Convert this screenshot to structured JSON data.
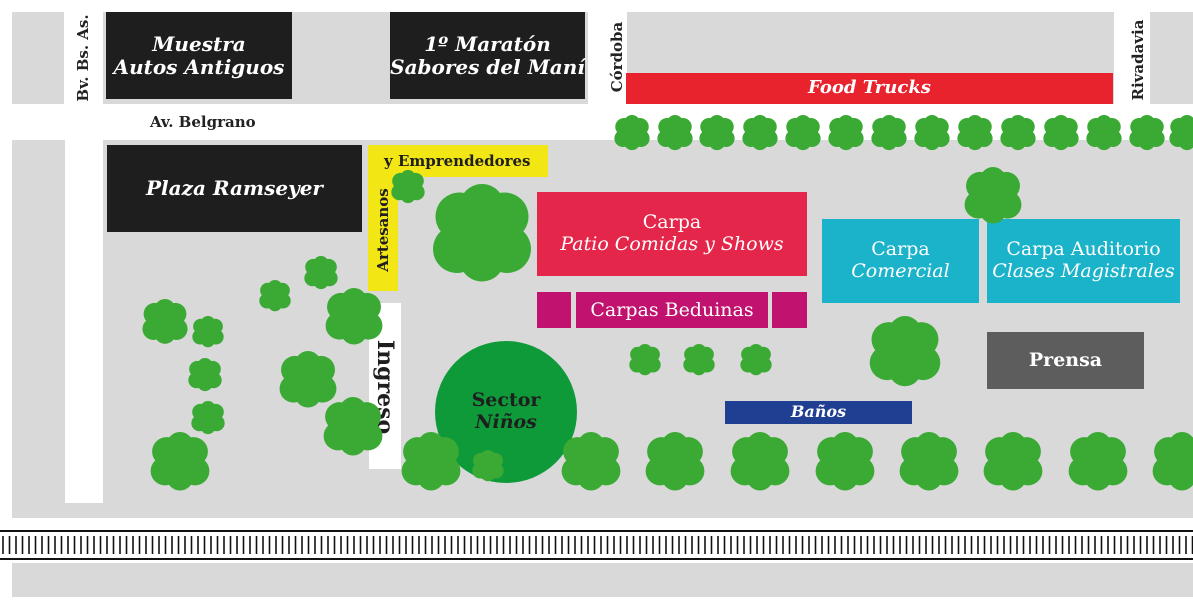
{
  "streets": {
    "bv_bs_as": "Bv. Bs. As.",
    "av_belgrano": "Av. Belgrano",
    "cordoba": "Córdoba",
    "rivadavia": "Rivadavia"
  },
  "areas": {
    "muestra": {
      "line1": "Muestra",
      "line2": "Autos Antiguos"
    },
    "maraton": {
      "line1": "1º Maratón",
      "line2": "Sabores del Maní"
    },
    "food_trucks": "Food Trucks",
    "plaza": "Plaza Ramseyer",
    "artesanos": "Artesanos",
    "emprendedores": "y Emprendedores",
    "carpa_patio": {
      "line1": "Carpa",
      "line2": "Patio Comidas y Shows"
    },
    "carpas_beduinas": "Carpas Beduinas",
    "carpa_comercial": {
      "line1": "Carpa",
      "line2": "Comercial"
    },
    "carpa_auditorio": {
      "line1": "Carpa Auditorio",
      "line2": "Clases Magistrales"
    },
    "prensa": "Prensa",
    "ingreso": "Ingreso",
    "sector_ninos": {
      "line1": "Sector",
      "line2": "Niños"
    },
    "banos": "Baños"
  },
  "colors": {
    "ground": "#d9d9d9",
    "dark": "#1e1e1e",
    "red": "#e8232e",
    "crimson": "#e5264b",
    "magenta": "#c0126e",
    "cyan": "#1bb3c9",
    "yellow": "#f2e614",
    "green_circle": "#0f9a3a",
    "tree": "#3aaa35",
    "press": "#5d5d5d",
    "navy": "#1f3f92"
  }
}
